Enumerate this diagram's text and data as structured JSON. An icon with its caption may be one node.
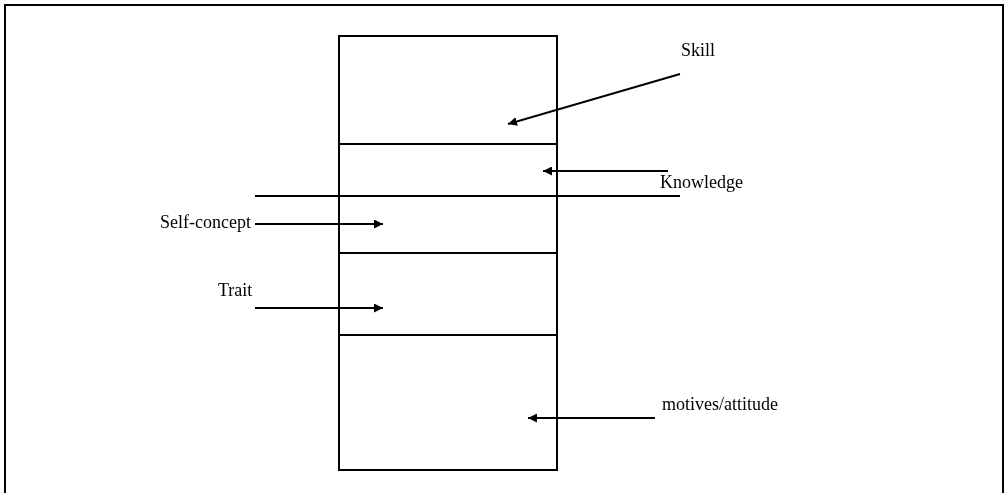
{
  "diagram": {
    "nodes": [
      {
        "text": [],
        "shape": "box"
      },
      {
        "text": [
          "Skill"
        ]
      },
      {
        "text": [
          "Knowledge"
        ]
      },
      {
        "text": [
          "Self-concept"
        ]
      },
      {
        "text": [
          "Trait"
        ]
      },
      {
        "text": [
          "motives/attitude"
        ]
      }
    ],
    "edges": [
      {
        "from": 1,
        "to": 0,
        "arrow": "to"
      },
      {
        "from": 2,
        "to": 0,
        "arrow": "to"
      },
      {
        "from": 3,
        "to": 0,
        "arrow": "to"
      },
      {
        "from": 4,
        "to": 0,
        "arrow": "to"
      },
      {
        "from": 5,
        "to": 0,
        "arrow": "to"
      }
    ]
  }
}
